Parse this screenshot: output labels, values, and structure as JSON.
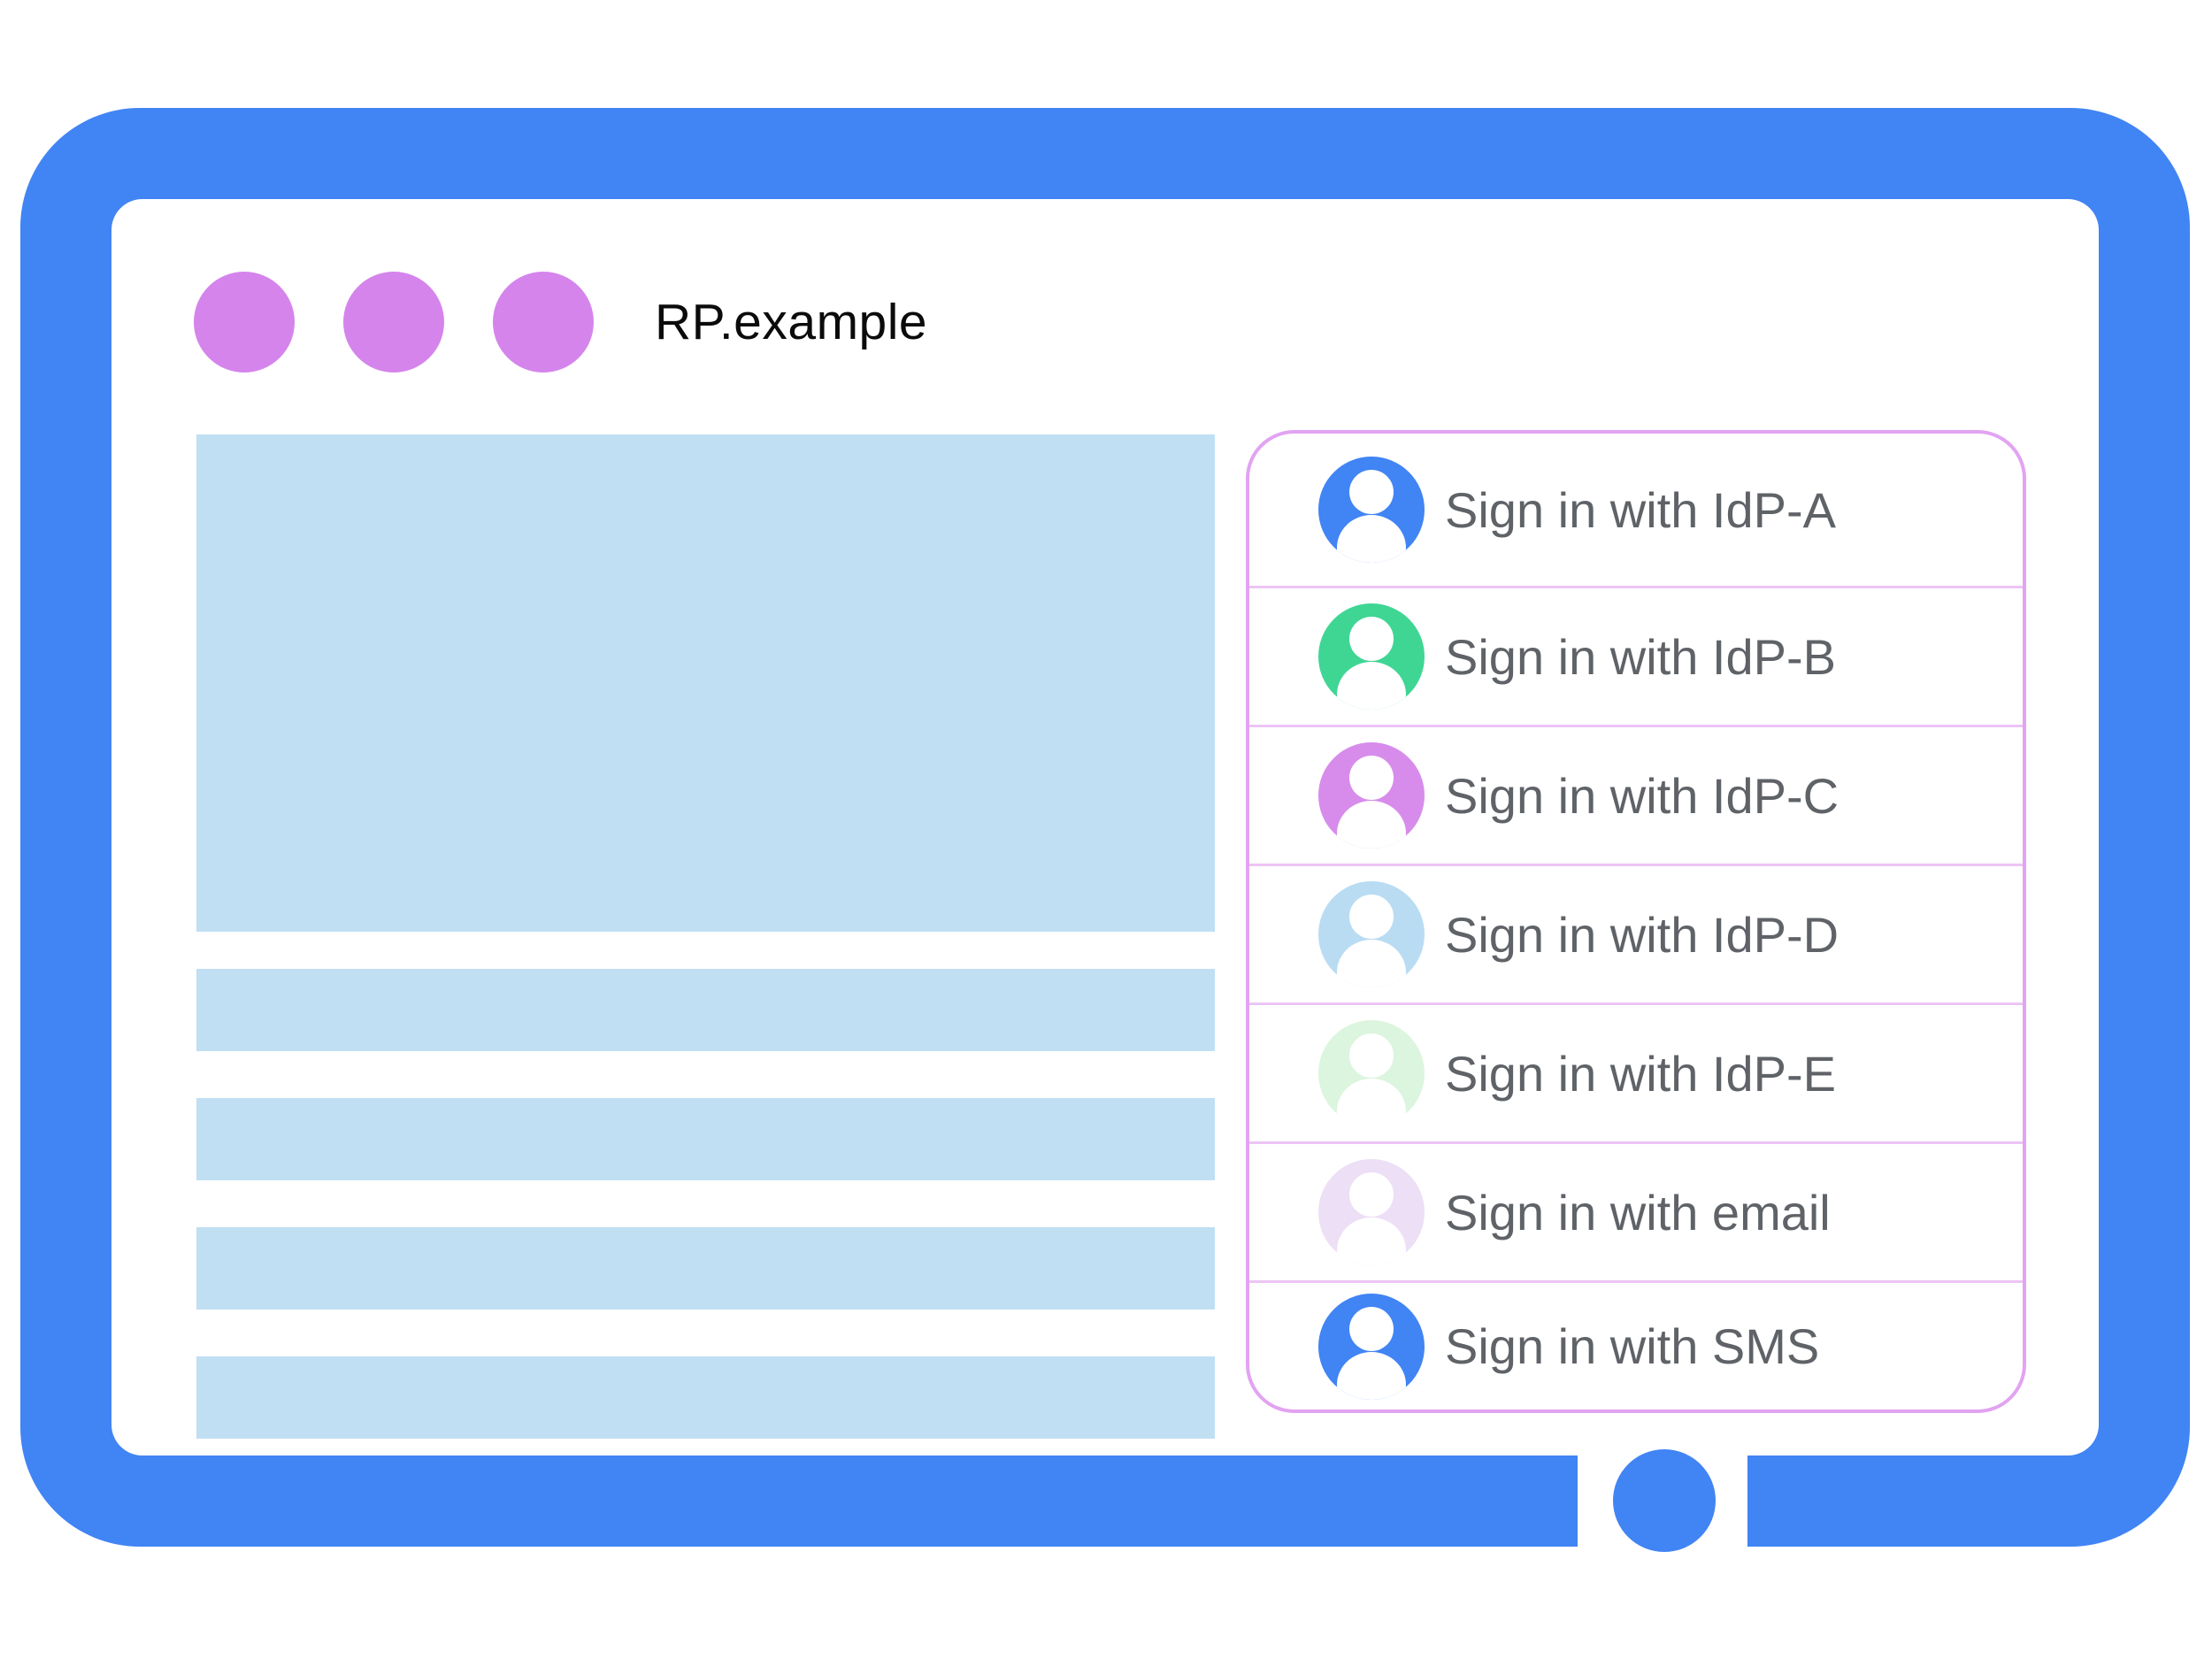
{
  "window": {
    "title": "RP.example",
    "control_dots": [
      "window-dot",
      "window-dot",
      "window-dot"
    ]
  },
  "colors": {
    "frame_blue": "#4184f4",
    "content_placeholder_blue": "#c0dff3",
    "window_dot_purple": "#d584ec",
    "panel_border_purple": "#e2a3f2",
    "divider_pink": "#edc4f5",
    "label_gray": "#5f6368",
    "title_black": "#0b0b0b"
  },
  "content": {
    "hero_block": "placeholder-hero",
    "stripe_count": 4
  },
  "signin_panel": {
    "items": [
      {
        "label": "Sign in with IdP-A",
        "avatar_color": "#4184f4",
        "avatar": "person-avatar-icon"
      },
      {
        "label": "Sign in with IdP-B",
        "avatar_color": "#3fd694",
        "avatar": "person-avatar-icon"
      },
      {
        "label": "Sign in with IdP-C",
        "avatar_color": "#d78ceb",
        "avatar": "person-avatar-icon"
      },
      {
        "label": "Sign in with IdP-D",
        "avatar_color": "#b9dcf3",
        "avatar": "person-avatar-icon"
      },
      {
        "label": "Sign in with IdP-E",
        "avatar_color": "#dcf5de",
        "avatar": "person-avatar-icon"
      },
      {
        "label": "Sign in with email",
        "avatar_color": "#eddff6",
        "avatar": "person-avatar-icon"
      },
      {
        "label": "Sign in with SMS",
        "avatar_color": "#4184f4",
        "avatar": "person-avatar-icon"
      }
    ]
  }
}
